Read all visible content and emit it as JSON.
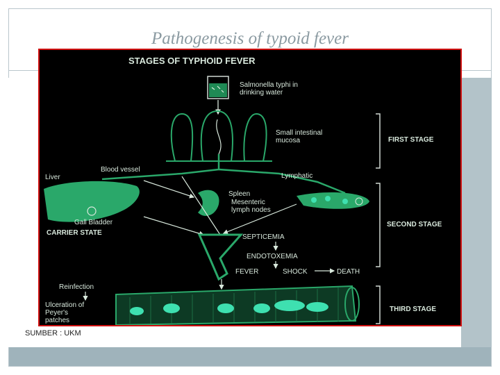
{
  "slide": {
    "title": "Pathogenesis of typoid fever",
    "source": "SUMBER : UKM"
  },
  "figure": {
    "heading": "STAGES OF TYPHOID FEVER",
    "labels": {
      "salmonella_1": "Salmonella typhi in",
      "salmonella_2": "drinking water",
      "mucosa_1": "Small intestinal",
      "mucosa_2": "mucosa",
      "blood_vessel": "Blood vessel",
      "lymphatic": "Lymphatic",
      "liver": "Liver",
      "spleen": "Spleen",
      "mesenteric_1": "Mesenteric",
      "mesenteric_2": "lymph nodes",
      "gall_bladder": "Gall Bladder",
      "carrier_state": "CARRIER STATE",
      "septicemia": "SEPTICEMIA",
      "endotoxemia": "ENDOTOXEMIA",
      "fever": "FEVER",
      "shock": "SHOCK",
      "death": "DEATH",
      "reinfection": "Reinfection",
      "ulceration_1": "Ulceration of",
      "ulceration_2": "Peyer's",
      "ulceration_3": "patches"
    },
    "stages": {
      "first": "FIRST STAGE",
      "second": "SECOND STAGE",
      "third": "THIRD STAGE"
    },
    "colors": {
      "frame_border": "#d01010",
      "tissue": "#2aa86a",
      "patch": "#3ee0b0",
      "text": "#d8e8dc"
    }
  }
}
